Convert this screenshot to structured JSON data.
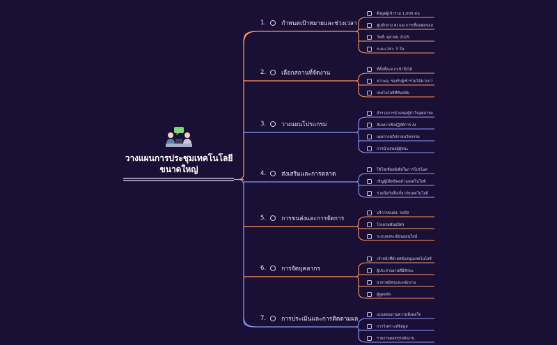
{
  "root": {
    "title_line1": "วางแผนการประชุมเทคโนโลยี",
    "title_line2": "ขนาดใหญ่",
    "icon": "meeting-people-icon",
    "underline_color": "#e8e0ff"
  },
  "colors": {
    "background": "#1a0f35",
    "orange": "#ff9a5c",
    "blue": "#8e9cff"
  },
  "branches": [
    {
      "number": "1.",
      "label": "กำหนดเป้าหมายและช่วงเวลา",
      "color": "#ff9a5c",
      "leaves": [
        "ดึงดูดผู้เข้าร่วม 1,000 คน",
        "ศูนย์กลาง AI และการเชื่อมต่อของเครือข่าย",
        "วันที่: ตุลาคม 2025",
        "ระยะเวลา: 3 วัน"
      ]
    },
    {
      "number": "2.",
      "label": "เลือกสถานที่จัดงาน",
      "color": "#ff9a5c",
      "leaves": [
        "ที่ตั้งที่สะดวกเข้าถึงได้",
        "ความจุ: รองรับผู้เข้าร่วมได้มากกว่าพัน",
        "เทคโนโลยีที่ทันสมัย"
      ]
    },
    {
      "number": "3.",
      "label": "วางแผนโปรแกรม",
      "color": "#8e9cff",
      "leaves": [
        "สำรวจการนำเสนอผู้นำในอุตสาหกรรม",
        "สัมมนาเชิงปฏิบัติการ AI",
        "แผงการอภิปรายนวัตกรรม",
        "การนำเสนอผู้ผู้ชนะ"
      ]
    },
    {
      "number": "4.",
      "label": "ส่งเสริมและการตลาด",
      "color": "#8e9cff",
      "leaves": [
        "ใช้โซเชียลมีเดียในการโปรโมต",
        "เชิญผู้มีอิทธิพลด้านเทคโนโลยี",
        "ร่วมมือกับสื่อเกี่ยวกับเทคโนโลยี"
      ]
    },
    {
      "number": "5.",
      "label": "การขนส่งและการจัดการ",
      "color": "#ff9a5c",
      "leaves": [
        "บริการขนส่ง: รถบัส",
        "โรงแรมพันธมิตร",
        "ระบบลงทะเบียนออนไลน์"
      ]
    },
    {
      "number": "6.",
      "label": "การจัดบุคลากร",
      "color": "#ff9a5c",
      "leaves": [
        "เจ้าหน้าที่ฝ่ายสนับสนุนเทคโนโลยี",
        "ผู้ประสานงานที่มีทักษะ",
        "อาสาสมัครและพนักงาน",
        "ผู้พูดหลัก"
      ]
    },
    {
      "number": "7.",
      "label": "การประเมินและการติดตามผล",
      "color": "#8e9cff",
      "leaves": [
        "แบบสอบถามความพึงพอใจ",
        "การวิเคราะห์ข้อมูล",
        "รายงานผลสรุปหลังงาน"
      ]
    }
  ]
}
